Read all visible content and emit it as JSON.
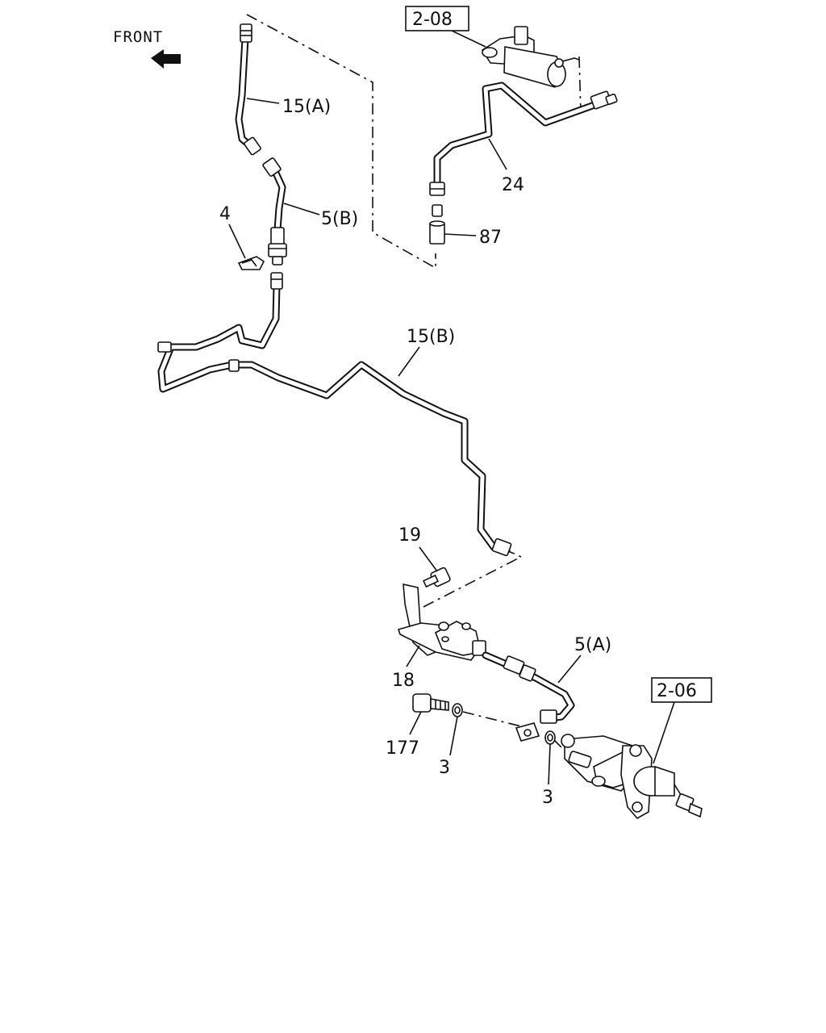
{
  "orientation_label": "FRONT",
  "references": {
    "top": "2-08",
    "bottom": "2-06"
  },
  "callouts": {
    "pipe_front_a": "15(A)",
    "hose_b": "5(B)",
    "clip": "4",
    "pipe_master": "24",
    "union_87": "87",
    "pipe_front_b": "15(B)",
    "bolt_19": "19",
    "bracket_18": "18",
    "hose_a": "5(A)",
    "bolt_177": "177",
    "washer_left": "3",
    "washer_right": "3"
  }
}
